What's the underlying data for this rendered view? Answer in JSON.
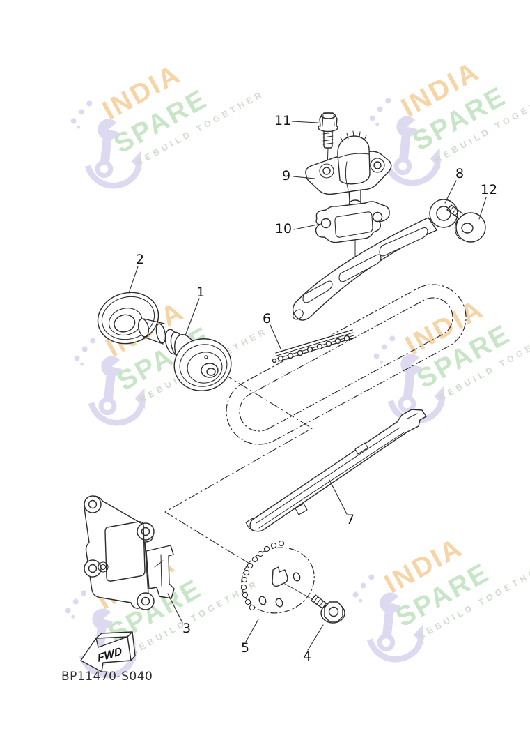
{
  "watermark": {
    "brand_top": "INDIA",
    "brand_bottom": "SPARE",
    "tagline": "REBUILD TOGETHER",
    "colors": {
      "line1": "#f6d4a6",
      "line2": "#c9e5c7",
      "tagline": "#cfdccd",
      "icon": "#dcd9f1"
    }
  },
  "callouts": [
    {
      "number": "1"
    },
    {
      "number": "2"
    },
    {
      "number": "3"
    },
    {
      "number": "4"
    },
    {
      "number": "5"
    },
    {
      "number": "6"
    },
    {
      "number": "7"
    },
    {
      "number": "8"
    },
    {
      "number": "9"
    },
    {
      "number": "10"
    },
    {
      "number": "11"
    },
    {
      "number": "12"
    }
  ],
  "footer": {
    "drawing_code": "BP11470-S040",
    "direction_label": "FWD"
  }
}
